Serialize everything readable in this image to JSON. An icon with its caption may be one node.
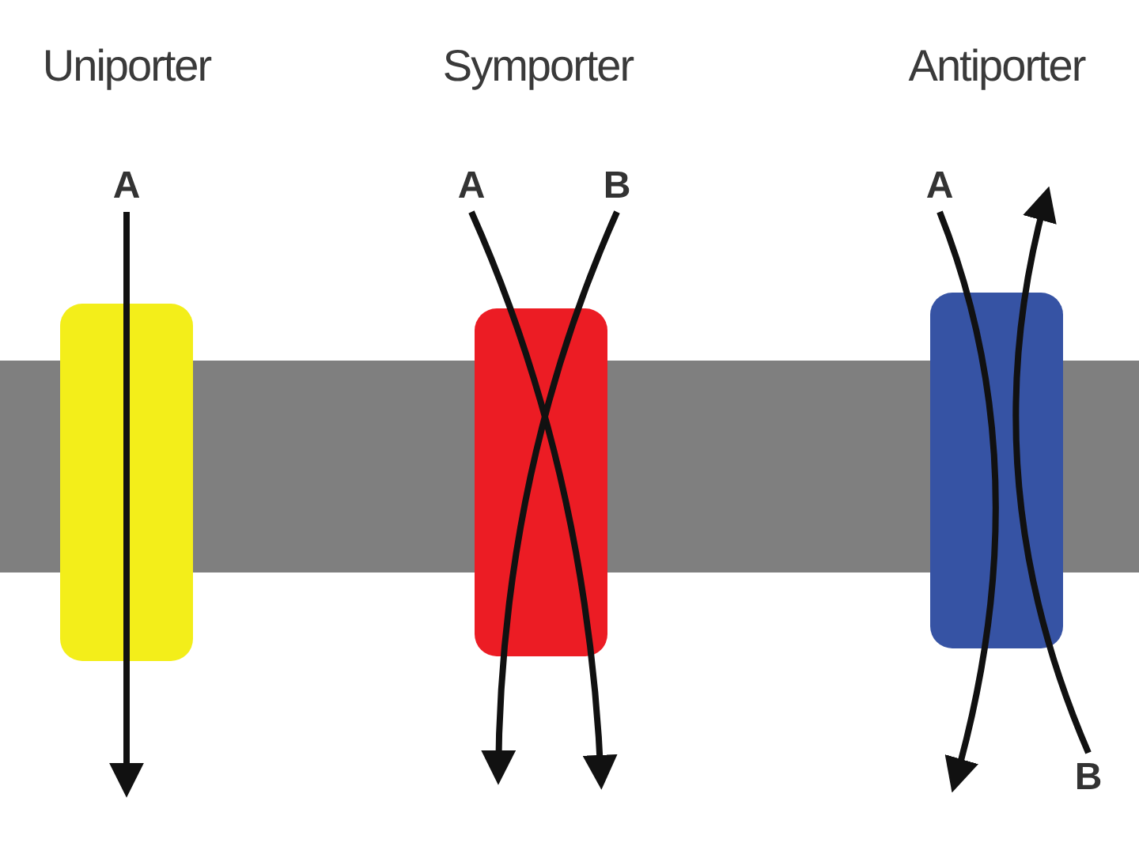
{
  "diagram": {
    "nodes": [
      {
        "text": [
          "A"
        ]
      },
      {
        "text": [],
        "shape": "box"
      },
      {
        "text": [
          "A"
        ]
      },
      {
        "text": [
          "B"
        ]
      },
      {
        "text": [],
        "shape": "box"
      },
      {
        "text": [
          "A"
        ]
      },
      {
        "text": [],
        "shape": "box"
      },
      {
        "text": [
          "B"
        ]
      },
      {
        "text": [],
        "shape": "bar"
      }
    ],
    "edges": [
      {
        "from": 0,
        "to": null,
        "arrow": "to"
      },
      {
        "from": 2,
        "to": null,
        "arrow": "to"
      },
      {
        "from": 3,
        "to": null,
        "arrow": "to"
      },
      {
        "from": 5,
        "to": null,
        "arrow": "to"
      },
      {
        "from": 7,
        "to": null,
        "arrow": "to"
      }
    ],
    "labels": [
      "Uniporter",
      "Symporter",
      "Antiporter"
    ]
  }
}
